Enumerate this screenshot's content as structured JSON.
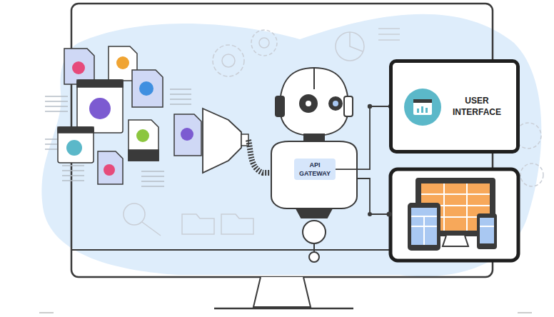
{
  "diagram": {
    "nodes": [
      {
        "text": [
          "API GATEWAY"
        ]
      },
      {
        "text": [
          "USER INTERFACE"
        ]
      }
    ],
    "edges": [
      {
        "from": 0,
        "to": 1,
        "arrow": "none"
      }
    ]
  }
}
